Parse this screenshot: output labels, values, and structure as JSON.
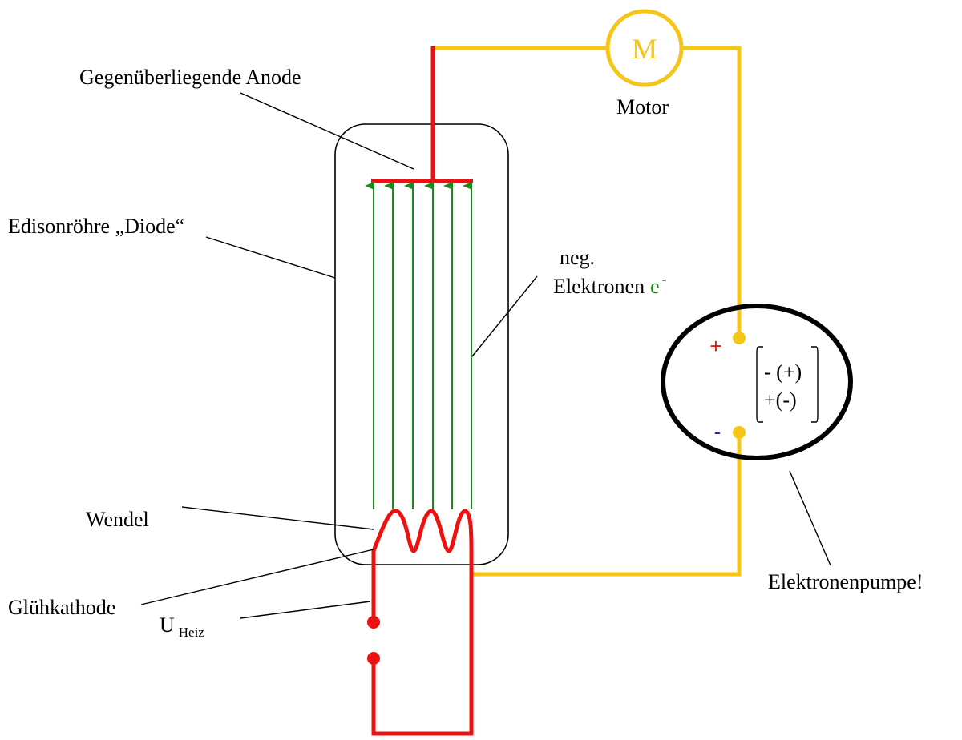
{
  "labels": {
    "anode": "Gegenüberliegende Anode",
    "tube": "Edisonröhre „Diode“",
    "electrons_line1": "neg.",
    "electrons_line2": "Elektronen",
    "electron_symbol": "e",
    "electron_charge": "-",
    "wendel": "Wendel",
    "cathode": "Glühkathode",
    "u_main": "U",
    "u_sub": "Heiz",
    "motor": "Motor",
    "motor_letter": "M",
    "pump": "Elektronenpumpe!",
    "plus": "+",
    "minus": "-",
    "bracket_line1": "- (+)",
    "bracket_line2": "+(-)"
  },
  "colors": {
    "heater_anode_wire": "#ee1111",
    "pump_circuit_wire": "#f5c518",
    "electron_arrows": "#1a8a1a",
    "plus_sign": "#ee1111",
    "minus_sign": "#1133cc",
    "outline": "#000000"
  },
  "icons": {
    "motor": "motor-circle-icon",
    "pump": "electron-pump-ellipse-icon",
    "electron_flow": "arrow-up-icon"
  }
}
